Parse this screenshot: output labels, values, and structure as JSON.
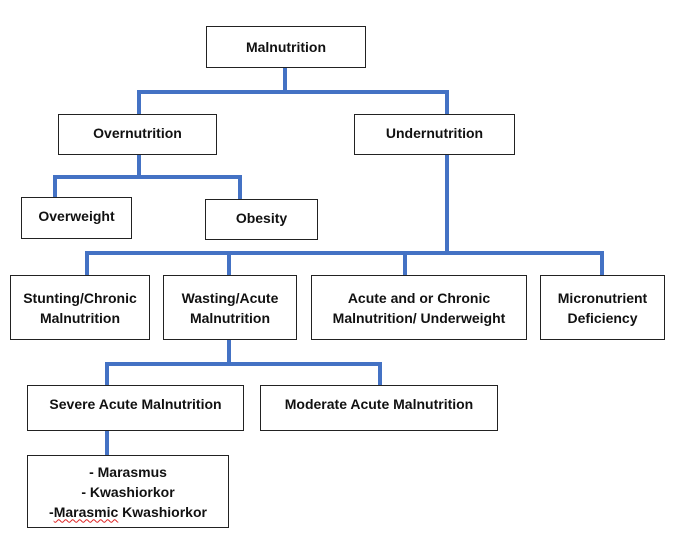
{
  "diagram": {
    "line_color": "#4472C4",
    "root": "Malnutrition",
    "overnutrition": "Overnutrition",
    "undernutrition": "Undernutrition",
    "overweight": "Overweight",
    "obesity": "Obesity",
    "stunting": {
      "line1": "Stunting/Chronic",
      "line2": "Malnutrition"
    },
    "wasting": {
      "line1": "Wasting/Acute",
      "line2": "Malnutrition"
    },
    "underweight": {
      "line1": "Acute and or Chronic",
      "line2": "Malnutrition/ Underweight"
    },
    "micronutrient": {
      "line1": "Micronutrient",
      "line2": "Deficiency"
    },
    "sam": "Severe Acute Malnutrition",
    "mam": "Moderate Acute Malnutrition",
    "sam_types": {
      "item1": "- Marasmus",
      "item2": "- Kwashiorkor",
      "item3_prefix": "-",
      "item3_misspelled": "Marasmic",
      "item3_suffix": " Kwashiorkor"
    }
  }
}
